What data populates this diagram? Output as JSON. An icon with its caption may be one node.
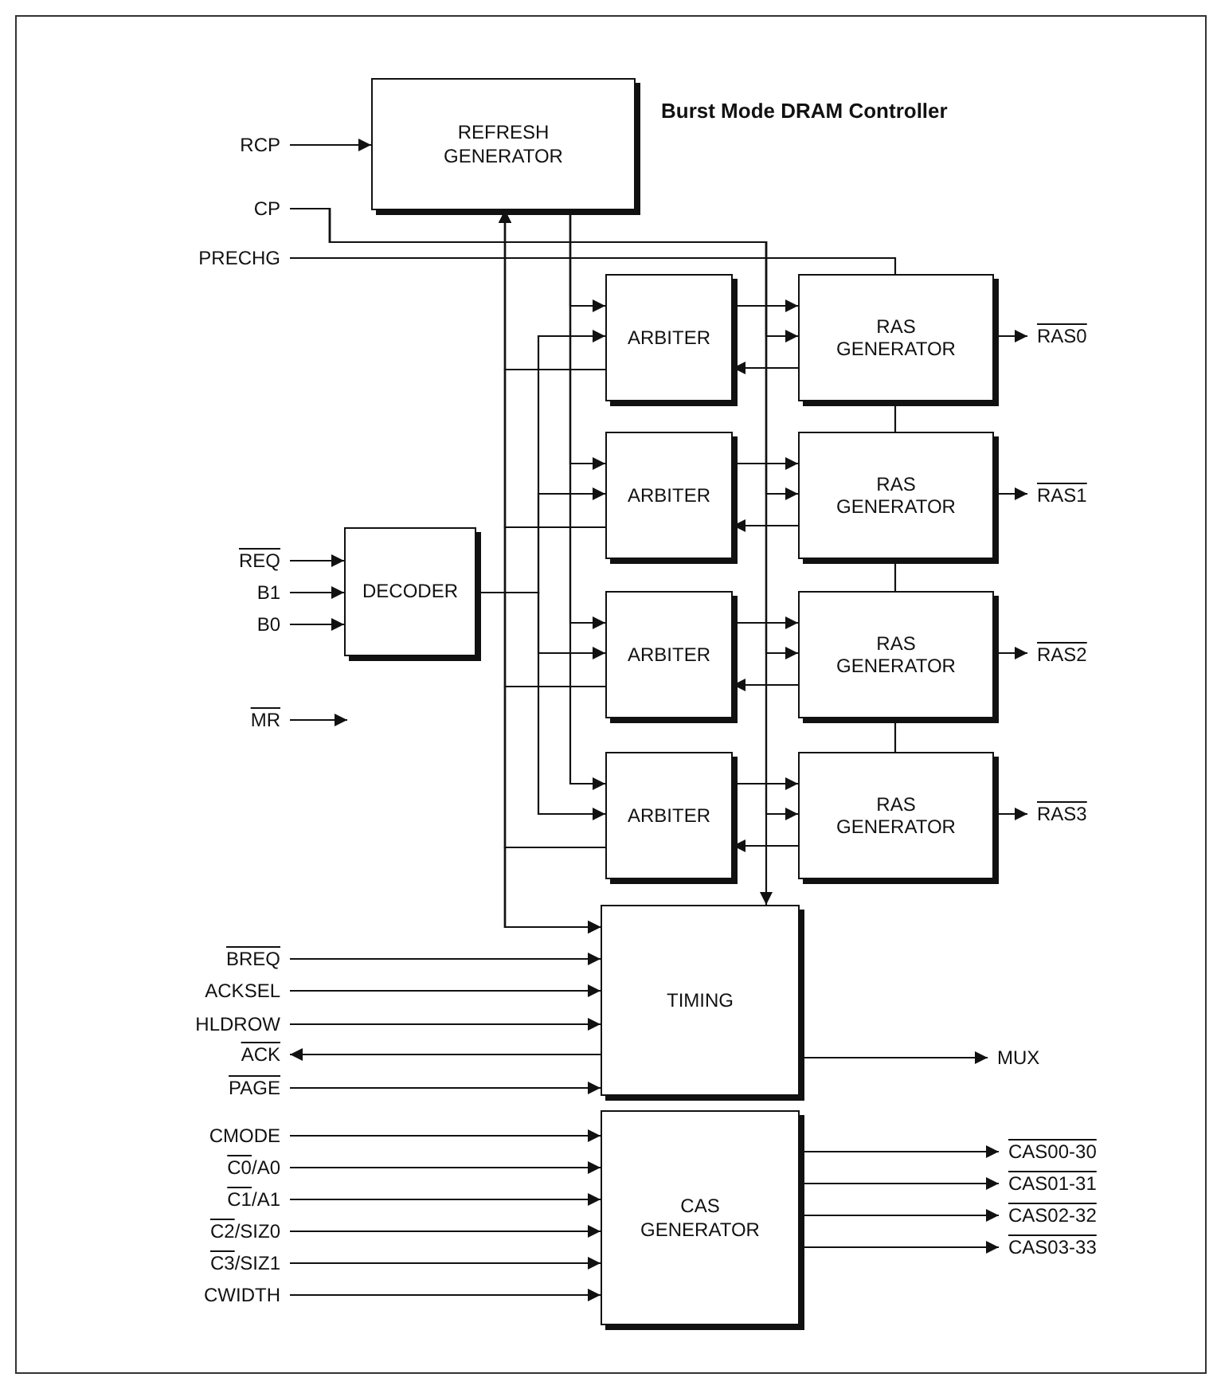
{
  "diagram": {
    "title": "Burst Mode DRAM Controller",
    "nodes": [
      {
        "text": [
          "REFRESH GENERATOR"
        ]
      },
      {
        "text": [
          "RCP"
        ]
      },
      {
        "text": [
          "CP"
        ]
      },
      {
        "text": [
          "PRECHG"
        ]
      },
      {
        "text": [
          "ARBITER"
        ]
      },
      {
        "text": [
          "ARBITER"
        ]
      },
      {
        "text": [
          "ARBITER"
        ]
      },
      {
        "text": [
          "ARBITER"
        ]
      },
      {
        "text": [
          "RAS GENERATOR"
        ]
      },
      {
        "text": [
          "RAS GENERATOR"
        ]
      },
      {
        "text": [
          "RAS GENERATOR"
        ]
      },
      {
        "text": [
          "RAS GENERATOR"
        ]
      },
      {
        "text": [
          "RAS0"
        ]
      },
      {
        "text": [
          "RAS1"
        ]
      },
      {
        "text": [
          "RAS2"
        ]
      },
      {
        "text": [
          "RAS3"
        ]
      },
      {
        "text": [
          "REQ"
        ]
      },
      {
        "text": [
          "B1"
        ]
      },
      {
        "text": [
          "B0"
        ]
      },
      {
        "text": [
          "DECODER"
        ]
      },
      {
        "text": [
          "MR"
        ]
      },
      {
        "text": [
          "TIMING"
        ]
      },
      {
        "text": [
          "BREQ"
        ]
      },
      {
        "text": [
          "ACKSEL"
        ]
      },
      {
        "text": [
          "HLDROW"
        ]
      },
      {
        "text": [
          "ACK"
        ]
      },
      {
        "text": [
          "PAGE"
        ]
      },
      {
        "text": [
          "MUX"
        ]
      },
      {
        "text": [
          "CAS GENERATOR"
        ]
      },
      {
        "text": [
          "CMODE"
        ]
      },
      {
        "text": [
          "C0/A0"
        ]
      },
      {
        "text": [
          "C1/A1"
        ]
      },
      {
        "text": [
          "C2/SIZ0"
        ]
      },
      {
        "text": [
          "C3/SIZ1"
        ]
      },
      {
        "text": [
          "CWIDTH"
        ]
      },
      {
        "text": [
          "CAS00-30"
        ]
      },
      {
        "text": [
          "CAS01-31"
        ]
      },
      {
        "text": [
          "CAS02-32"
        ]
      },
      {
        "text": [
          "CAS03-33"
        ]
      }
    ],
    "edges": [
      {
        "from": 1,
        "to": 0,
        "arrow": "to"
      },
      {
        "from": 0,
        "to": 4,
        "arrow": "to"
      },
      {
        "from": 0,
        "to": 5,
        "arrow": "to"
      },
      {
        "from": 0,
        "to": 6,
        "arrow": "to"
      },
      {
        "from": 0,
        "to": 7,
        "arrow": "to"
      },
      {
        "from": 4,
        "to": 0,
        "arrow": "to"
      },
      {
        "from": 5,
        "to": 0,
        "arrow": "to"
      },
      {
        "from": 6,
        "to": 0,
        "arrow": "to"
      },
      {
        "from": 7,
        "to": 0,
        "arrow": "to"
      },
      {
        "from": 4,
        "to": 21,
        "arrow": "to"
      },
      {
        "from": 5,
        "to": 21,
        "arrow": "to"
      },
      {
        "from": 6,
        "to": 21,
        "arrow": "to"
      },
      {
        "from": 7,
        "to": 21,
        "arrow": "to"
      },
      {
        "from": 19,
        "to": 4,
        "arrow": "to"
      },
      {
        "from": 19,
        "to": 5,
        "arrow": "to"
      },
      {
        "from": 19,
        "to": 6,
        "arrow": "to"
      },
      {
        "from": 19,
        "to": 7,
        "arrow": "to"
      },
      {
        "from": 2,
        "to": 8,
        "arrow": "to"
      },
      {
        "from": 2,
        "to": 9,
        "arrow": "to"
      },
      {
        "from": 2,
        "to": 10,
        "arrow": "to"
      },
      {
        "from": 2,
        "to": 11,
        "arrow": "to"
      },
      {
        "from": 2,
        "to": 21,
        "arrow": "to"
      },
      {
        "from": 3,
        "to": 8,
        "arrow": "none"
      },
      {
        "from": 8,
        "to": 9,
        "arrow": "none"
      },
      {
        "from": 9,
        "to": 10,
        "arrow": "none"
      },
      {
        "from": 10,
        "to": 11,
        "arrow": "none"
      },
      {
        "from": 4,
        "to": 8,
        "arrow": "to"
      },
      {
        "from": 5,
        "to": 9,
        "arrow": "to"
      },
      {
        "from": 6,
        "to": 10,
        "arrow": "to"
      },
      {
        "from": 7,
        "to": 11,
        "arrow": "to"
      },
      {
        "from": 8,
        "to": 4,
        "arrow": "to"
      },
      {
        "from": 9,
        "to": 5,
        "arrow": "to"
      },
      {
        "from": 10,
        "to": 6,
        "arrow": "to"
      },
      {
        "from": 11,
        "to": 7,
        "arrow": "to"
      },
      {
        "from": 8,
        "to": 12,
        "arrow": "to"
      },
      {
        "from": 9,
        "to": 13,
        "arrow": "to"
      },
      {
        "from": 10,
        "to": 14,
        "arrow": "to"
      },
      {
        "from": 11,
        "to": 15,
        "arrow": "to"
      },
      {
        "from": 16,
        "to": 19,
        "arrow": "to"
      },
      {
        "from": 17,
        "to": 19,
        "arrow": "to"
      },
      {
        "from": 18,
        "to": 19,
        "arrow": "to"
      },
      {
        "from": 20,
        "to": null,
        "arrow": "to"
      },
      {
        "from": 22,
        "to": 21,
        "arrow": "to"
      },
      {
        "from": 23,
        "to": 21,
        "arrow": "to"
      },
      {
        "from": 24,
        "to": 21,
        "arrow": "to"
      },
      {
        "from": 21,
        "to": 25,
        "arrow": "to"
      },
      {
        "from": 26,
        "to": 21,
        "arrow": "to"
      },
      {
        "from": 21,
        "to": 27,
        "arrow": "to"
      },
      {
        "from": 29,
        "to": 28,
        "arrow": "to"
      },
      {
        "from": 30,
        "to": 28,
        "arrow": "to"
      },
      {
        "from": 31,
        "to": 28,
        "arrow": "to"
      },
      {
        "from": 32,
        "to": 28,
        "arrow": "to"
      },
      {
        "from": 33,
        "to": 28,
        "arrow": "to"
      },
      {
        "from": 34,
        "to": 28,
        "arrow": "to"
      },
      {
        "from": 28,
        "to": 35,
        "arrow": "to"
      },
      {
        "from": 28,
        "to": 36,
        "arrow": "to"
      },
      {
        "from": 28,
        "to": 37,
        "arrow": "to"
      },
      {
        "from": 28,
        "to": 38,
        "arrow": "to"
      }
    ]
  }
}
